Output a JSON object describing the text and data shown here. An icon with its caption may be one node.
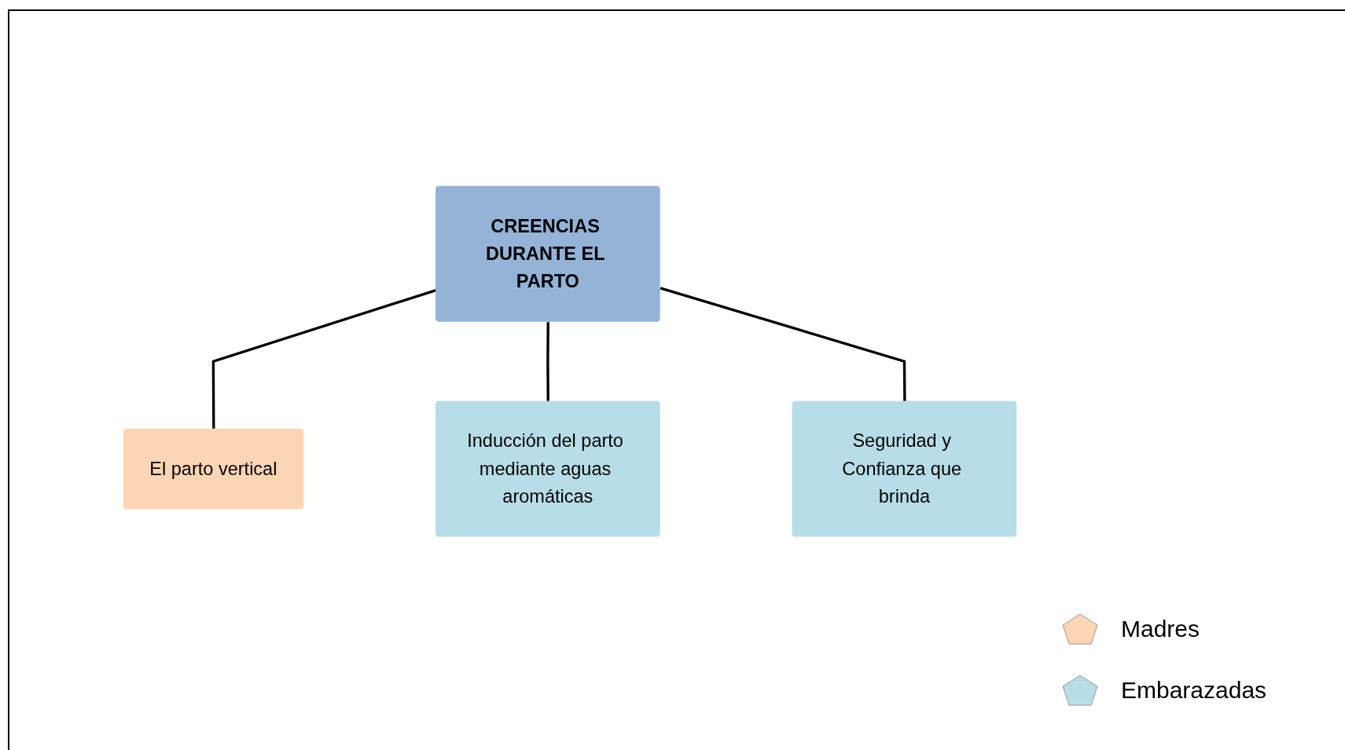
{
  "diagram": {
    "nodes": [
      {
        "text": [
          "El parto vertical"
        ]
      },
      {
        "text": [
          "CREENCIAS DURANTE EL PARTO"
        ]
      },
      {
        "text": [
          "Inducción del parto mediante aguas aromáticas"
        ]
      },
      {
        "text": [
          "Seguridad y Confianza que brinda"
        ]
      }
    ],
    "edges": [
      {
        "from": 1,
        "to": 0,
        "arrow": "none"
      },
      {
        "from": 1,
        "to": 2,
        "arrow": "none"
      },
      {
        "from": 1,
        "to": 3,
        "arrow": "none"
      }
    ],
    "legend": [
      {
        "text": "Madres",
        "color": "#fcd5b4"
      },
      {
        "text": "Embarazadas",
        "color": "#b7dde8"
      }
    ]
  }
}
